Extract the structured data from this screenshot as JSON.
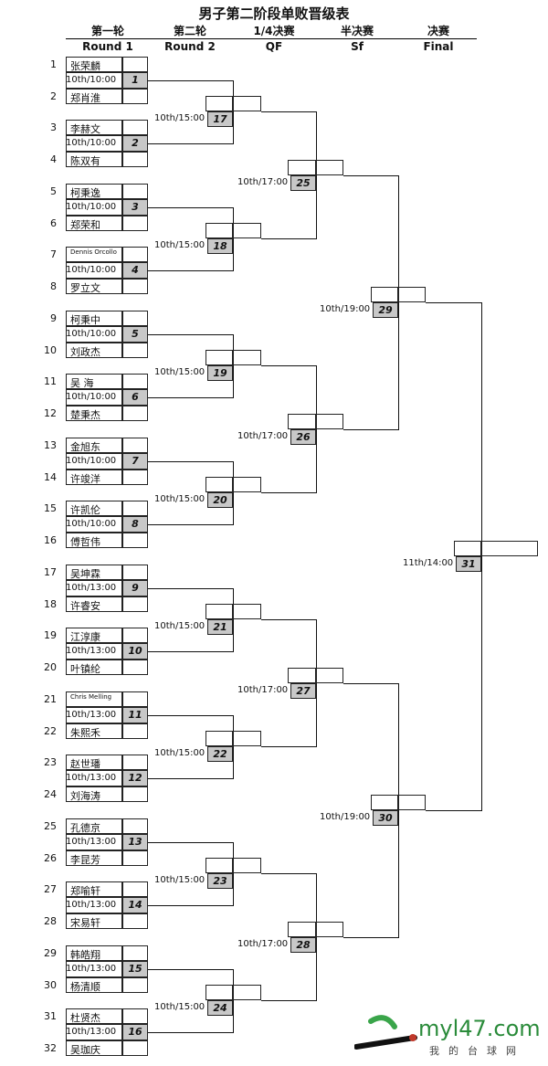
{
  "title": "男子第二阶段单败晋级表",
  "rounds": [
    {
      "cn": "第一轮",
      "en": "Round 1"
    },
    {
      "cn": "第二轮",
      "en": "Round 2"
    },
    {
      "cn": "1/4决赛",
      "en": "QF"
    },
    {
      "cn": "半决赛",
      "en": "Sf"
    },
    {
      "cn": "决赛",
      "en": "Final"
    }
  ],
  "players": [
    "张荣麟",
    "郑肖淮",
    "李赫文",
    "陈双有",
    "柯秉逸",
    "郑荣和",
    "Dennis Orcollo",
    "罗立文",
    "柯秉中",
    "刘政杰",
    "吴 海",
    "楚秉杰",
    "金旭东",
    "许竣洋",
    "许凯伦",
    "傅哲伟",
    "吴坤霖",
    "许睿安",
    "江淳康",
    "叶镇纶",
    "Chris Melling",
    "朱熙禾",
    "赵世璠",
    "刘海涛",
    "孔德京",
    "李昆芳",
    "郑喻轩",
    "宋易轩",
    "韩皓翔",
    "杨清顺",
    "杜贤杰",
    "吴珈庆"
  ],
  "round1_times": [
    "10th/10:00",
    "10th/10:00",
    "10th/10:00",
    "10th/10:00",
    "10th/10:00",
    "10th/10:00",
    "10th/10:00",
    "10th/10:00",
    "10th/13:00",
    "10th/13:00",
    "10th/13:00",
    "10th/13:00",
    "10th/13:00",
    "10th/13:00",
    "10th/13:00",
    "10th/13:00"
  ],
  "round2_time": "10th/15:00",
  "qf_time": "10th/17:00",
  "sf_time": "10th/19:00",
  "final_time": "11th/14:00",
  "logo": {
    "text": "myl47.com",
    "sub": "我的台球网"
  }
}
